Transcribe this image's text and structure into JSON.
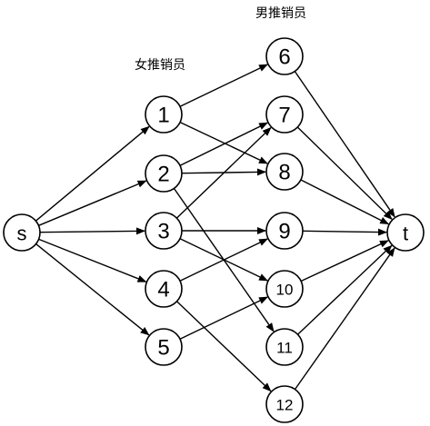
{
  "labels": {
    "female_group": "女推销员",
    "male_group": "男推销员"
  },
  "nodes": [
    {
      "id": "s",
      "label": "s"
    },
    {
      "id": "1",
      "label": "1"
    },
    {
      "id": "2",
      "label": "2"
    },
    {
      "id": "3",
      "label": "3"
    },
    {
      "id": "4",
      "label": "4"
    },
    {
      "id": "5",
      "label": "5"
    },
    {
      "id": "6",
      "label": "6"
    },
    {
      "id": "7",
      "label": "7"
    },
    {
      "id": "8",
      "label": "8"
    },
    {
      "id": "9",
      "label": "9"
    },
    {
      "id": "10",
      "label": "10"
    },
    {
      "id": "11",
      "label": "11"
    },
    {
      "id": "12",
      "label": "12"
    },
    {
      "id": "t",
      "label": "t"
    }
  ],
  "edges": [
    {
      "from": "s",
      "to": "1"
    },
    {
      "from": "s",
      "to": "2"
    },
    {
      "from": "s",
      "to": "3"
    },
    {
      "from": "s",
      "to": "4"
    },
    {
      "from": "s",
      "to": "5"
    },
    {
      "from": "1",
      "to": "6"
    },
    {
      "from": "1",
      "to": "8"
    },
    {
      "from": "2",
      "to": "7"
    },
    {
      "from": "2",
      "to": "8"
    },
    {
      "from": "2",
      "to": "11"
    },
    {
      "from": "3",
      "to": "7"
    },
    {
      "from": "3",
      "to": "9"
    },
    {
      "from": "3",
      "to": "10"
    },
    {
      "from": "4",
      "to": "9"
    },
    {
      "from": "4",
      "to": "12"
    },
    {
      "from": "5",
      "to": "10"
    },
    {
      "from": "6",
      "to": "t"
    },
    {
      "from": "7",
      "to": "t"
    },
    {
      "from": "8",
      "to": "t"
    },
    {
      "from": "9",
      "to": "t"
    },
    {
      "from": "10",
      "to": "t"
    },
    {
      "from": "11",
      "to": "t"
    },
    {
      "from": "12",
      "to": "t"
    }
  ]
}
